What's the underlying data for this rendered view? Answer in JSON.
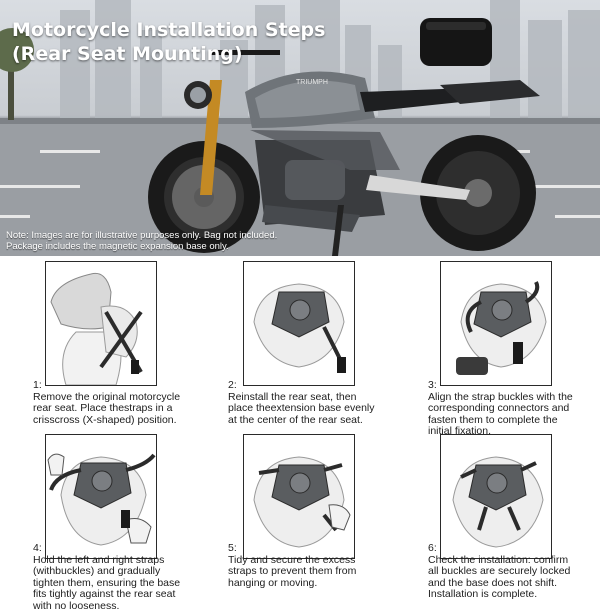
{
  "title": {
    "line1": "Motorcycle Installation Steps",
    "line2": "(Rear Seat Mounting)"
  },
  "note": {
    "line1": "Note: Images are for illustrative purposes only. Bag not included.",
    "line2": "Package includes the magnetic expansion base only."
  },
  "bike_brand": "TRIUMPH",
  "steps": [
    {
      "num": "1:",
      "text": "Remove the original motorcycle rear seat. Place thestraps in a crisscross (X-shaped) position."
    },
    {
      "num": "2:",
      "text": "Reinstall the rear seat, then place theextension base evenly at the center of the rear seat."
    },
    {
      "num": "3:",
      "text": "Align the strap buckles with the corresponding connectors and fasten them to complete the initial fixation."
    },
    {
      "num": "4:",
      "text": "Hold the left and right straps (withbuckles) and gradually tighten them, ensuring the base fits tightly against the rear seat with no looseness."
    },
    {
      "num": "5:",
      "text": "Tidy and secure the excess straps to prevent them from hanging or moving."
    },
    {
      "num": "6:",
      "text": "Check the installation: confirm all buckles are securely locked and the base does not shift. Installation is complete."
    }
  ],
  "colors": {
    "title_text": "#ffffff",
    "step_text": "#1d1d1d",
    "frame": "#2a2a2a"
  },
  "icons": [
    "motorcycle-photo",
    "seat-illustration",
    "expansion-base",
    "strap",
    "buckle",
    "hand-icon"
  ]
}
